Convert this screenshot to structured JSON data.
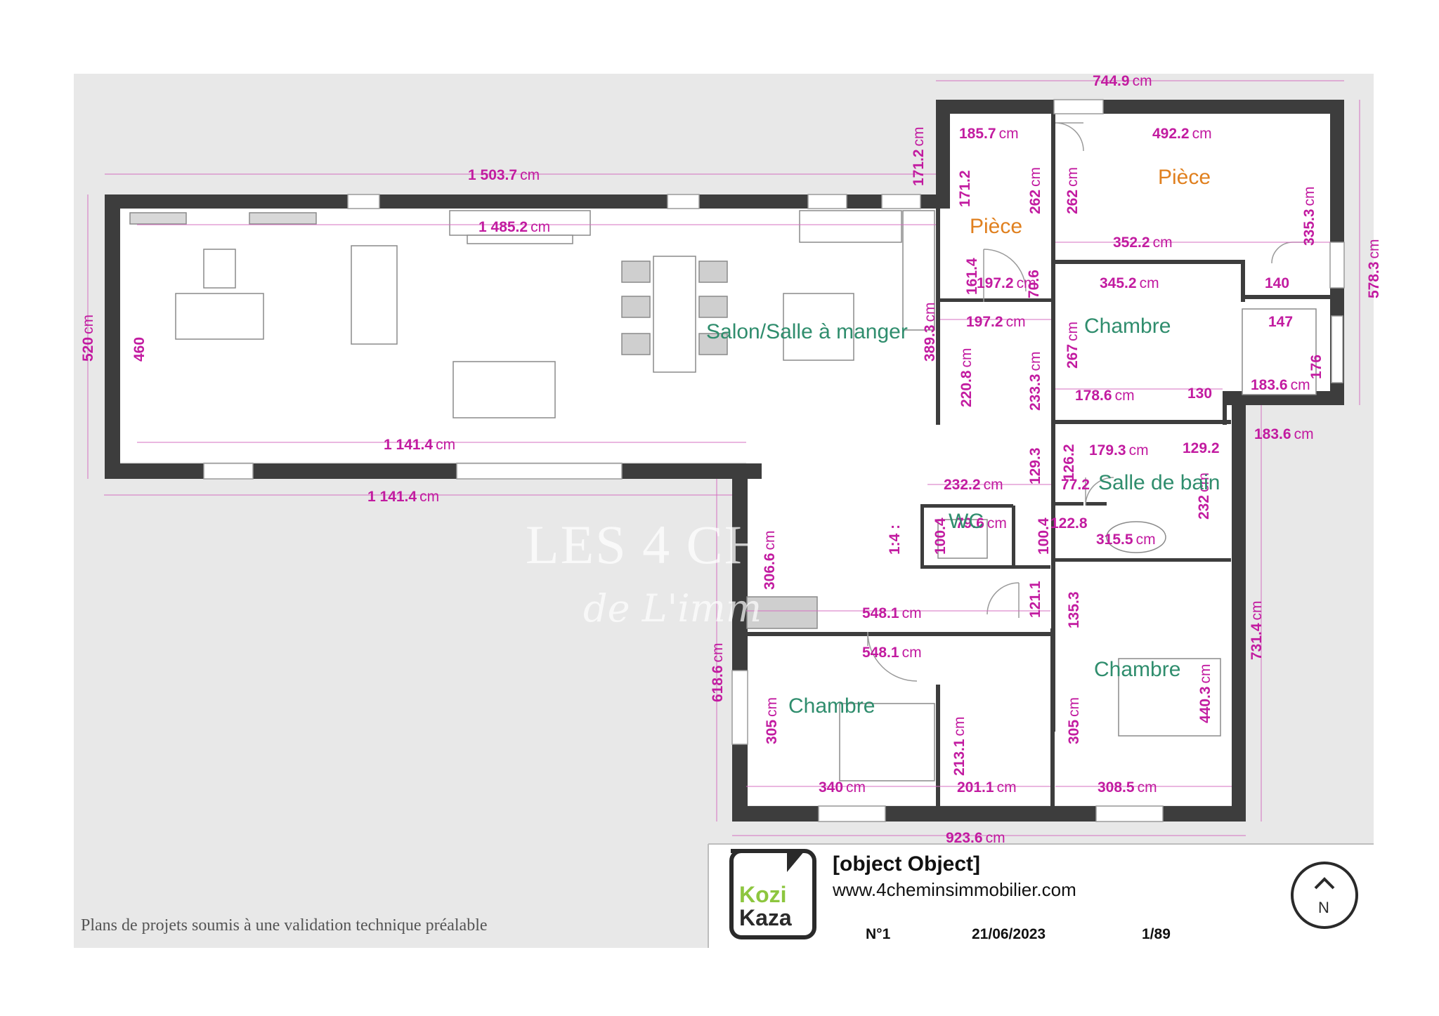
{
  "plan": {
    "dimensions": {
      "top_overall": "744.9",
      "top_main": "1 503.7",
      "main_inner": "1 485.2",
      "left_outer": "520",
      "left_inner": "460",
      "bottom_living_inner": "1 141.4",
      "bottom_living_outer": "1 141.4",
      "tower_height": "171.2",
      "piece1_width": "185.7",
      "piece1_height": "171.2",
      "piece1_rh": "262",
      "piece2_lh": "262",
      "piece2_width": "492.2",
      "piece2_mid": "352.2",
      "piece2_rh": "335.3",
      "piece2_notch": "140",
      "right_outer": "578.3",
      "small_161": "161.4",
      "small_197a": "197.2",
      "small_706": "70.6",
      "wall_389": "389.3",
      "hall_197": "197.2",
      "hall_220": "220.8",
      "hall_233": "233.3",
      "ch1_width": "345.2",
      "ch1_h": "267",
      "ch1_bw": "178.6",
      "ch1_130": "130",
      "ch1_1836": "183.6",
      "ch1_147": "147",
      "ch1_176": "176",
      "out_1836": "183.6",
      "sdb_1793": "179.3",
      "sdb_1292": "129.2",
      "sdb_1262": "126.2",
      "sdb_772": "77.2",
      "sdb_232": "232",
      "sdb_3155": "315.5",
      "hall_1293": "129.3",
      "wc_2322": "232.2",
      "wc_796": "79.6",
      "wc_1004a": "100.4",
      "wc_1004b": "100.4",
      "wc_1228": "122.8",
      "hall_114": "1:4 :",
      "corr_3066": "306.6",
      "corr_5481a": "548.1",
      "corr_1211": "121.1",
      "ch3_1353": "135.3",
      "left_6186": "618.6",
      "ch2_5481": "548.1",
      "ch2_305": "305",
      "ch2_340": "340",
      "ch2_2131": "213.1",
      "ch2_2011": "201.1",
      "ch3_305": "305",
      "ch3_4403": "440.3",
      "ch3_3085": "308.5",
      "right_7314": "731.4",
      "bottom_9236": "923.6",
      "unit": "cm"
    },
    "rooms": {
      "salon": "Salon/Salle à manger",
      "piece_small": "Pièce",
      "piece_large": "Pièce",
      "chambre_1": "Chambre",
      "salle_de_bain": "Salle de bain",
      "wc": "WC",
      "chambre_2": "Chambre",
      "chambre_3": "Chambre"
    },
    "watermark": {
      "line1": "LES 4 CH",
      "line2": "de L'imm"
    },
    "footnote": "Plans de projets soumis à une validation technique préalable"
  },
  "titleblock": {
    "logo_top": "Kozi",
    "logo_bottom": "Kaza",
    "title": "[object Object]",
    "url": "www.4cheminsimmobilier.com",
    "number": "N°1",
    "date": "21/06/2023",
    "scale": "1/89",
    "north": "N"
  },
  "colors": {
    "wall": "#3d3d3d",
    "dimension": "#c21ba0",
    "room_label": "#2f8d6d",
    "room_label_alt": "#e0801f",
    "background": "#e8e8e8",
    "floor": "#ffffff",
    "logo_green": "#8dc63f"
  }
}
